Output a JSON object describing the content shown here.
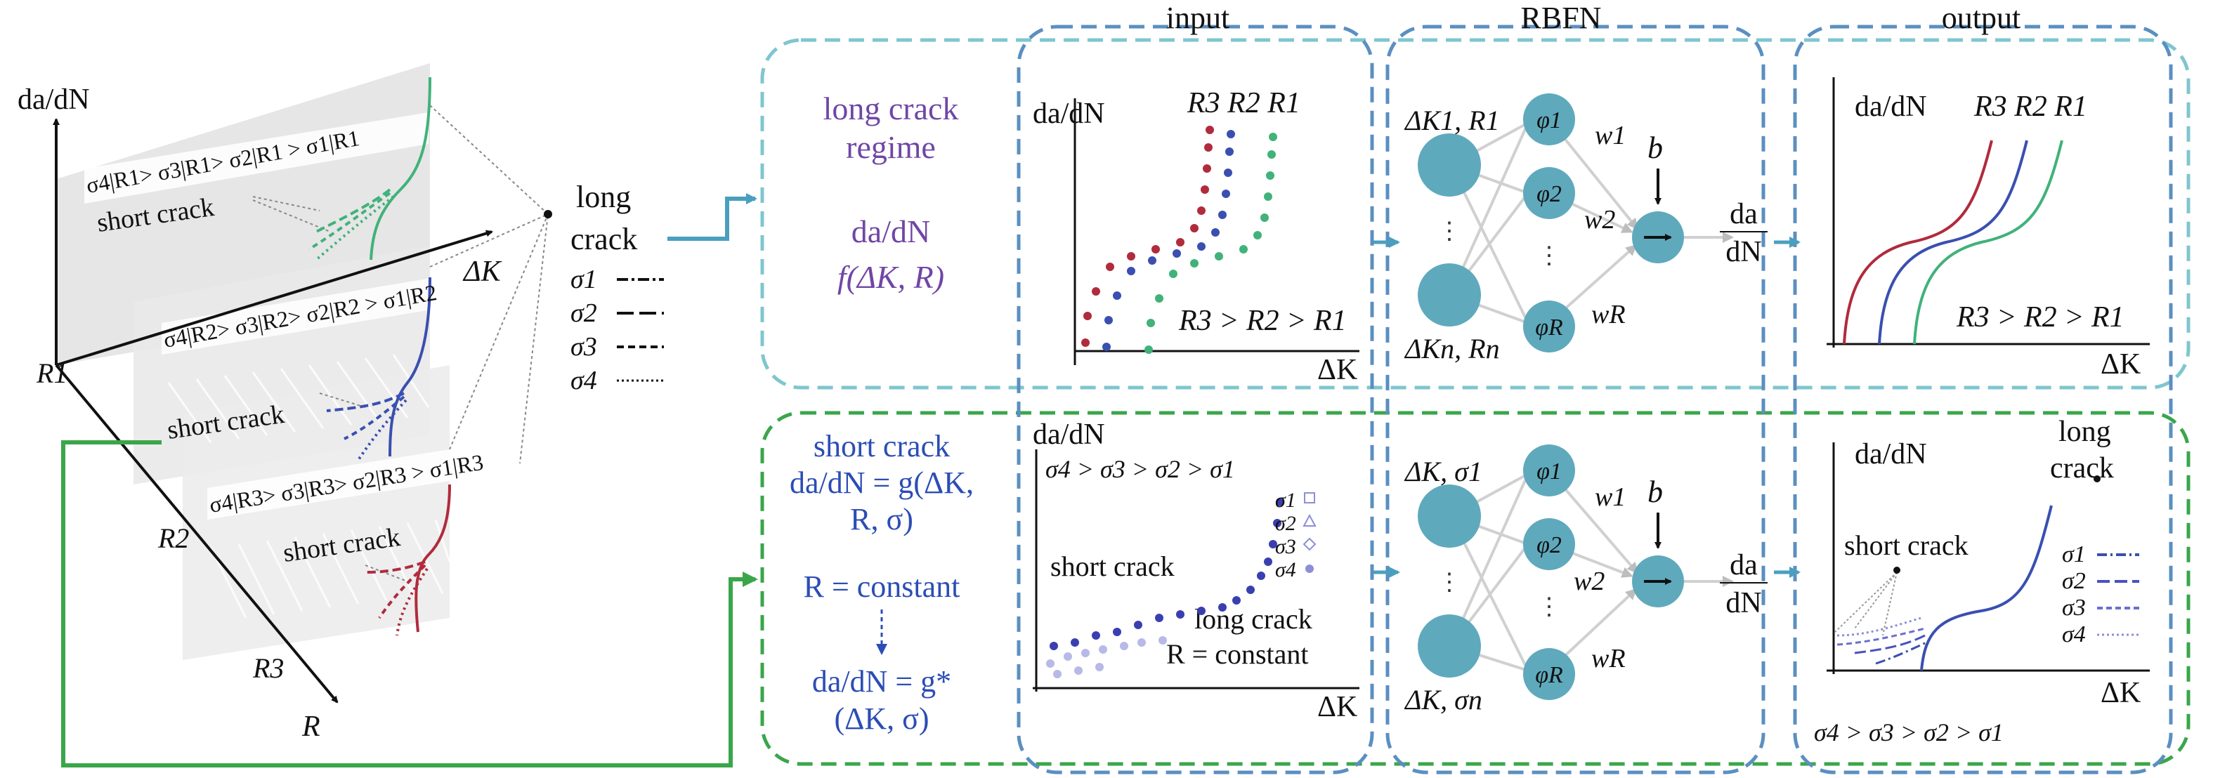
{
  "colors": {
    "green": "#3aa96f",
    "green_curve": "#40b27a",
    "blue_curve": "#3a4fb0",
    "red_curve": "#b02b3c",
    "node": "#5fa9bd",
    "col_box": "#5b8fc0",
    "long_box": "#7fc6cf",
    "short_box": "#3aa64a",
    "purple": "#7046a6",
    "blue_text": "#2b4db5",
    "arrow_teal": "#4a9fbf"
  },
  "headers": {
    "input": "input",
    "rbfn": "RBFN",
    "output": "output"
  },
  "left": {
    "y_axis": "da/dN",
    "x_axis": "ΔK",
    "r_axis": "R",
    "r1": "R1",
    "r2": "R2",
    "r3": "R3",
    "order_r1": "σ4|R1> σ3|R1> σ2|R1 > σ1|R1",
    "order_r2": "σ4|R2> σ3|R2> σ2|R2 > σ1|R2",
    "order_r3": "σ4|R3> σ3|R3> σ2|R3 > σ1|R3",
    "short_crack_1": "short crack",
    "short_crack_2": "short crack",
    "short_crack_3": "short crack",
    "long_crack_1": "long",
    "long_crack_2": "crack",
    "legend": [
      "σ1",
      "σ2",
      "σ3",
      "σ4"
    ]
  },
  "long_regime": {
    "line1": "long crack",
    "line2": "regime",
    "eq1": "da/dN",
    "eq2": "f(ΔK, R)",
    "input_y": "da/dN",
    "input_x": "ΔK",
    "input_r_labels": "R3 R2 R1",
    "input_relation": "R3 > R2 > R1",
    "net_in1": "ΔK1, R1",
    "net_in2": "ΔKn, Rn",
    "phi1": "φ1",
    "phi2": "φ2",
    "phiR": "φR",
    "w1": "w1",
    "w2": "w2",
    "wR": "wR",
    "b": "b",
    "out_frac_top": "da",
    "out_frac_bottom": "dN",
    "output_y": "da/dN",
    "output_x": "ΔK",
    "output_r_labels": "R3 R2 R1",
    "output_relation": "R3 > R2 > R1"
  },
  "short_regime": {
    "line1": "short crack",
    "line2": "da/dN = g(ΔK,",
    "line3": "R, σ)",
    "line4": "R = constant",
    "line5": "da/dN = g*",
    "line6": "(ΔK, σ)",
    "input_y": "da/dN",
    "input_x": "ΔK",
    "input_order": "σ4 > σ3 > σ2 > σ1",
    "input_short": "short crack",
    "input_long": "long crack",
    "input_const": "R = constant",
    "input_legend": [
      "σ1",
      "σ2",
      "σ3",
      "σ4"
    ],
    "net_in1": "ΔK, σ1",
    "net_in2": "ΔK, σn",
    "phi1": "φ1",
    "phi2": "φ2",
    "phiR": "φR",
    "w1": "w1",
    "w2": "w2",
    "wR": "wR",
    "b": "b",
    "out_frac_top": "da",
    "out_frac_bottom": "dN",
    "output_y": "da/dN",
    "output_x": "ΔK",
    "output_long1": "long",
    "output_long2": "crack",
    "output_short": "short crack",
    "output_legend": [
      "σ1",
      "σ2",
      "σ3",
      "σ4"
    ],
    "output_order": "σ4 > σ3 > σ2 > σ1"
  }
}
